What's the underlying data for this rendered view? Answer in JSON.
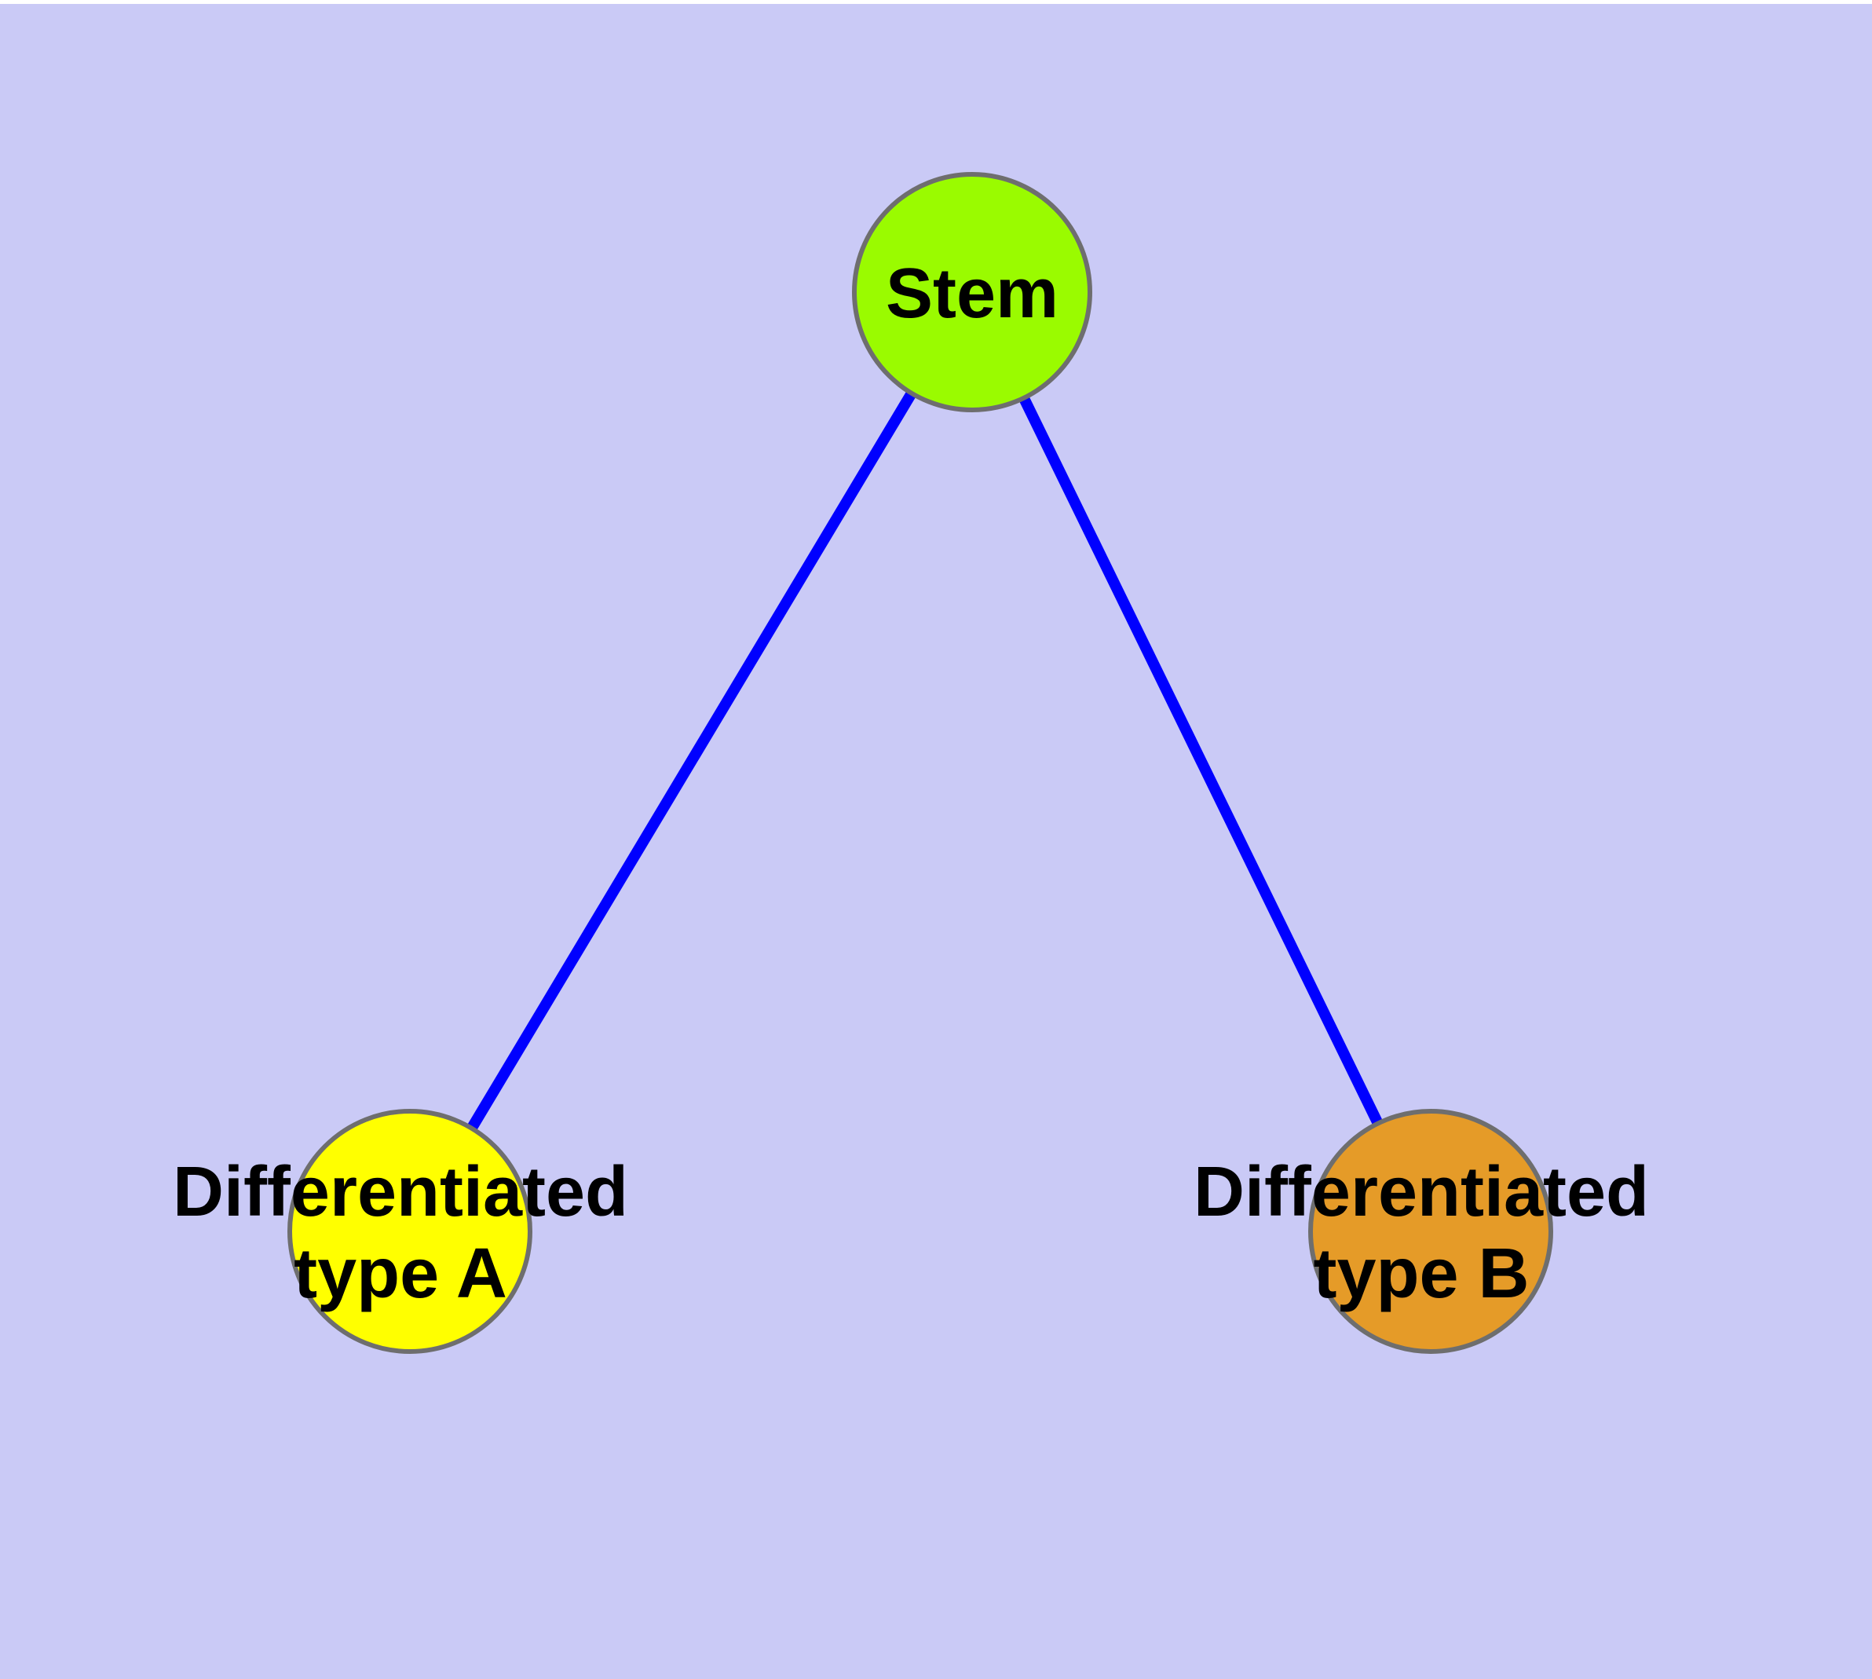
{
  "diagram": {
    "type": "graph",
    "description": "Stem cell differentiation graph: one stem node connected to two differentiated cell-type nodes",
    "colors": {
      "page_margin": "#FFFFFF",
      "panel_background": "#CACAF6",
      "edge": "#0000FF",
      "node_border": "#6E6E6E",
      "label": "#000000"
    },
    "nodes": {
      "stem": {
        "label": "Stem",
        "fill": "#9AFB00"
      },
      "type_a": {
        "label": "Differentiated type A",
        "label_lines": [
          "Differentiated",
          "type A"
        ],
        "fill": "#FFFF00"
      },
      "type_b": {
        "label": "Differentiated type B",
        "label_lines": [
          "Differentiated",
          "type B"
        ],
        "fill": "#E59B28"
      }
    },
    "edges": [
      {
        "from": "Stem",
        "to": "Differentiated type A"
      },
      {
        "from": "Stem",
        "to": "Differentiated type B"
      }
    ]
  }
}
